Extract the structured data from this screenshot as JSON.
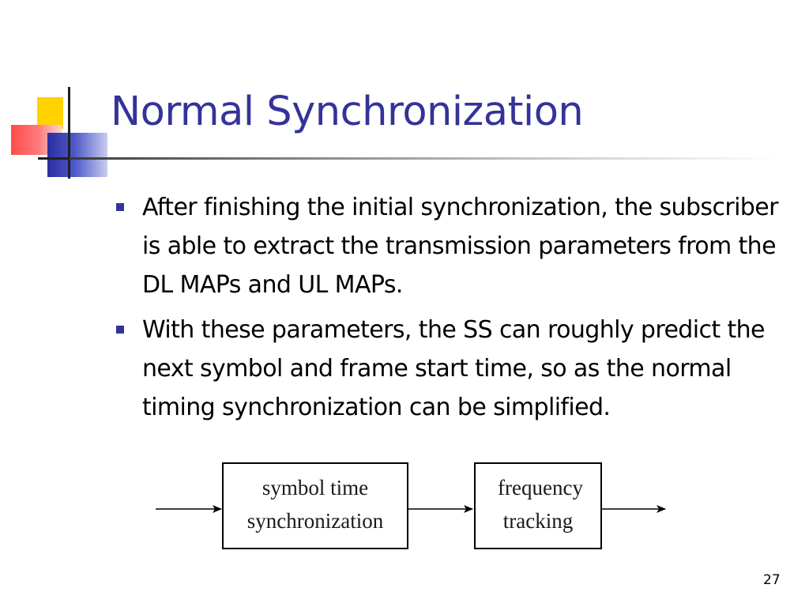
{
  "slide": {
    "title": "Normal Synchronization",
    "bullets": [
      "After finishing the initial synchronization, the subscriber is able to extract the transmission parameters from the DL MAPs and UL MAPs.",
      "With these parameters, the SS can roughly predict the next symbol and frame start time, so as the normal timing synchronization can be simplified."
    ],
    "page_number": "27",
    "colors": {
      "title": "#333399",
      "bullet_marker": "#333399",
      "logo_yellow": "#ffd200",
      "logo_red": "#ff4a4a",
      "logo_blue": "#2b2f9e"
    }
  },
  "diagram": {
    "blocks": [
      {
        "line1": "symbol time",
        "line2": "synchronization"
      },
      {
        "line1": "frequency",
        "line2": "tracking"
      }
    ]
  }
}
